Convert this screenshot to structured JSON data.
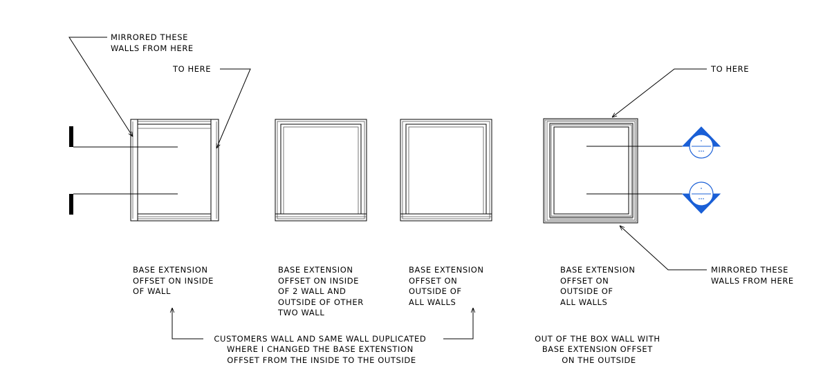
{
  "notes": {
    "mirrored_left_line1": "MIRRORED THESE",
    "mirrored_left_line2": "WALLS FROM HERE",
    "to_here_left": "TO HERE",
    "to_here_right": "TO HERE",
    "mirrored_right_line1": "MIRRORED THESE",
    "mirrored_right_line2": "WALLS FROM HERE",
    "box1_line1": "BASE EXTENSION",
    "box1_line2": "OFFSET ON INSIDE",
    "box1_line3": "OF WALL",
    "box2_line1": "BASE EXTENSION",
    "box2_line2": "OFFSET ON INSIDE",
    "box2_line3": "OF 2 WALL AND",
    "box2_line4": "OUTSIDE OF OTHER",
    "box2_line5": "TWO WALL",
    "box3_line1": "BASE EXTENSION",
    "box3_line2": "OFFSET ON",
    "box3_line3": "OUTSIDE OF",
    "box3_line4": "ALL WALLS",
    "box4_line1": "BASE EXTENSION",
    "box4_line2": "OFFSET ON",
    "box4_line3": "OUTSIDE OF",
    "box4_line4": "ALL WALLS",
    "customers_line1": "CUSTOMERS WALL AND SAME WALL DUPLICATED",
    "customers_line2": "WHERE I CHANGED THE BASE EXTENSTION",
    "customers_line3": "OFFSET FROM THE INSIDE TO THE OUTSIDE",
    "ootb_line1": "OUT OF THE BOX WALL WITH",
    "ootb_line2": "BASE EXTENSION OFFSET",
    "ootb_line3": "ON THE OUTSIDE"
  },
  "colors": {
    "ink": "#000000",
    "section_marker": "#1a5fd6"
  },
  "icons": {
    "section_marker": "section-head-icon",
    "elevation_tag": "elevation-tag-icon"
  }
}
